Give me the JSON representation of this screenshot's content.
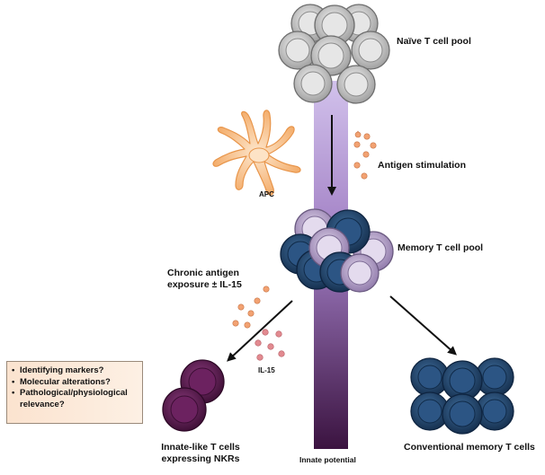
{
  "labels": {
    "naive_pool": "Naïve T cell pool",
    "apc": "APC",
    "antigen_stimulation": "Antigen stimulation",
    "memory_pool": "Memory T cell pool",
    "chronic_line1": "Chronic antigen",
    "chronic_line2": "exposure ± IL-15",
    "il15": "IL-15",
    "innate_like_line1": "Innate-like T cells",
    "innate_like_line2": "expressing NKRs",
    "innate_potential": "Innate potential",
    "conventional_memory": "Conventional memory T cells"
  },
  "questions": [
    "Identifying markers?",
    "Molecular alterations?",
    "Pathological/physiological",
    "relevance?"
  ],
  "colors": {
    "naive_cell": "#c8c8c8",
    "memory_light": "#b4a2c8",
    "memory_dark": "#24466f",
    "innate_cell": "#5a1a4e",
    "conventional_cell": "#24466f",
    "bar_top": "#c8b6e6",
    "bar_bottom": "#3e1845",
    "apc": "#f6b070",
    "antigen": "#f0a070",
    "il15": "#e08a8e",
    "question_box": "#fbe3cf"
  }
}
